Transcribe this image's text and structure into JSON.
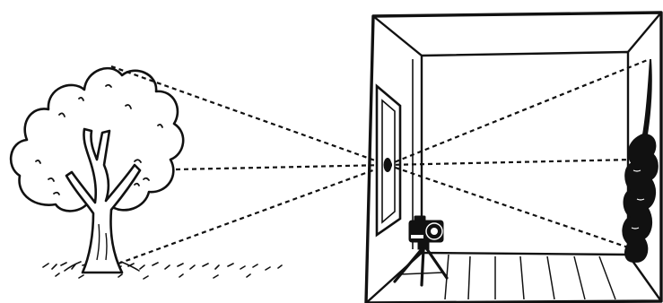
{
  "illustration": {
    "subject": "camera-obscura",
    "colors": {
      "ink": "#111111",
      "paper": "#ffffff"
    },
    "elements": [
      "tree-icon",
      "grass-ground",
      "room-box",
      "pinhole-aperture",
      "inverted-tree-projection",
      "light-ray-lines",
      "camera-tripod-icon",
      "wall-frame",
      "floorboards"
    ]
  }
}
